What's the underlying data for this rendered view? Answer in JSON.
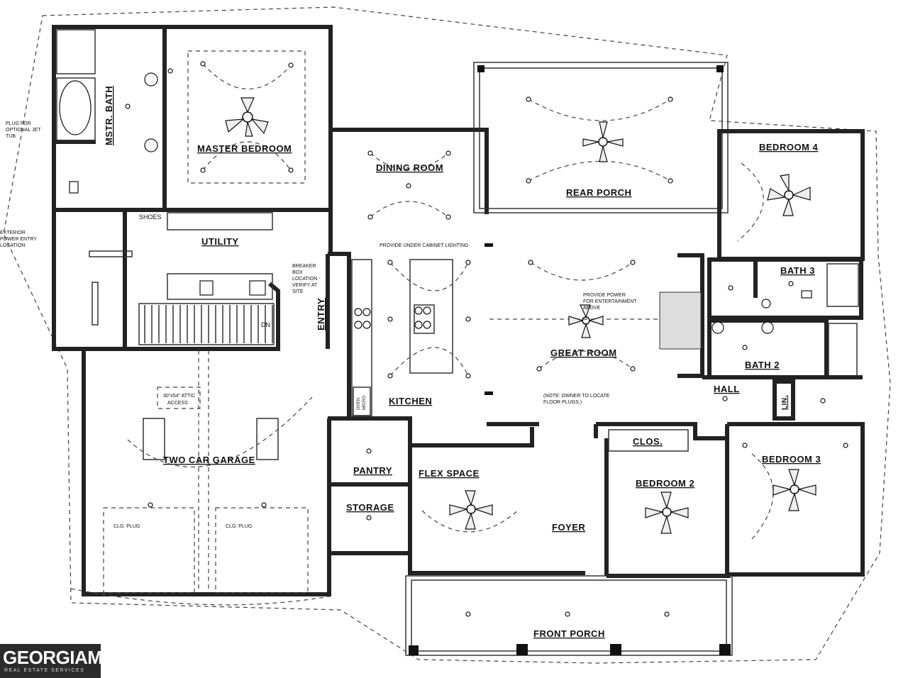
{
  "rooms": {
    "master_bedroom": "MASTER BEDROOM",
    "mstr_bath": "MSTR. BATH",
    "dining_room": "DINING ROOM",
    "rear_porch": "REAR PORCH",
    "bedroom_4": "BEDROOM 4",
    "utility": "UTILITY",
    "shoes": "SHOES",
    "entry": "ENTRY",
    "kitchen": "KITCHEN",
    "great_room": "GREAT ROOM",
    "bath_3": "BATH 3",
    "bath_2": "BATH 2",
    "hall": "HALL",
    "lin": "LIN.",
    "two_car_garage": "TWO CAR GARAGE",
    "pantry": "PANTRY",
    "storage": "STORAGE",
    "flex_space": "FLEX SPACE",
    "clos": "CLOS.",
    "bedroom_2": "BEDROOM 2",
    "bedroom_3": "BEDROOM 3",
    "foyer": "FOYER",
    "front_porch": "FRONT PORCH"
  },
  "notes": {
    "jet_tub": [
      "PLUG FOR",
      "OPTIONAL JET",
      "TUB"
    ],
    "exterior_power": [
      "EXTERIOR",
      "POWER ENTRY",
      "LOCATION"
    ],
    "breaker": [
      "BREAKER",
      "BOX",
      "LOCATION -",
      "VERIFY AT",
      "SITE"
    ],
    "under_cabinet": "PROVIDE UNDER CABINET LIGHTING",
    "entertainment": [
      "PROVIDE POWER",
      "FOR ENTERTAINMENT",
      "ABOVE"
    ],
    "floor_plugs": [
      "(NOTE: OWNER TO LOCATE",
      "FLOOR PLUGS.)"
    ],
    "attic": [
      "30\"x54\" ATTIC",
      "ACCESS"
    ],
    "clg_plug_1": "CLG. PLUG",
    "clg_plug_2": "CLG. PLUG",
    "dn": "DN",
    "oven_micro": [
      "OVEN",
      "MICRO"
    ]
  },
  "logo": {
    "name": "GEORGIAMLS",
    "tagline": "REAL ESTATE SERVICES"
  },
  "colors": {
    "line": "#222222",
    "logo_bg": "#2b2b2b"
  }
}
